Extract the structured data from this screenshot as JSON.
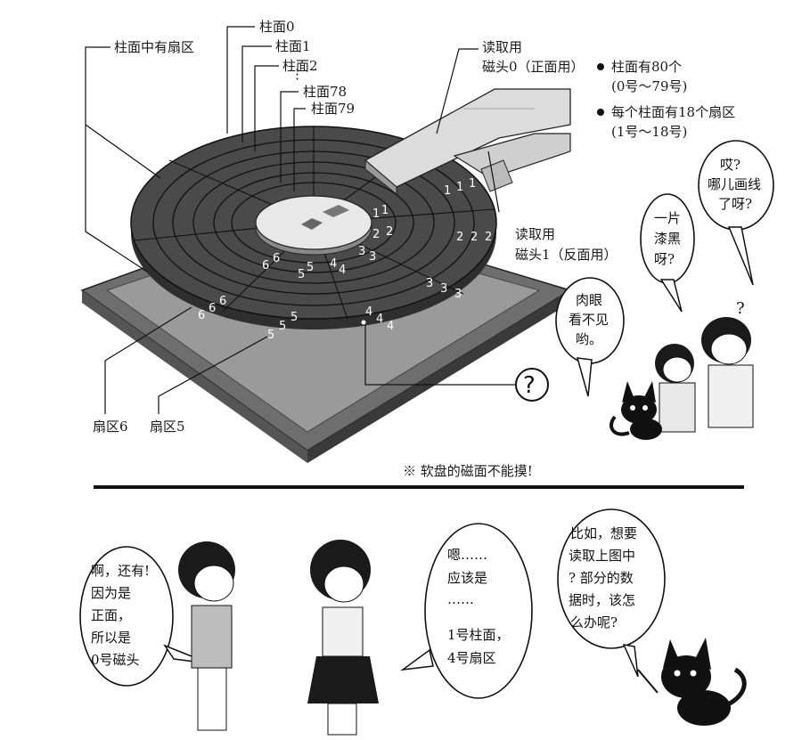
{
  "labels": {
    "sector_on_cylinder": "柱面中有扇区",
    "cyl0": "柱面0",
    "cyl1": "柱面1",
    "cyl2": "柱面2",
    "cyl78": "柱面78",
    "cyl79": "柱面79",
    "head0_line1": "读取用",
    "head0_line2": "磁头0（正面用）",
    "head1_line1": "读取用",
    "head1_line2": "磁头1（反面用）",
    "sector6": "扇区6",
    "sector5": "扇区5",
    "question": "?"
  },
  "notes": {
    "n1_a": "柱面有80个",
    "n1_b": "(0号～79号)",
    "n2_a": "每个柱面有18个扇区",
    "n2_b": "(1号～18号)"
  },
  "warning": "※ 软盘的磁面不能摸!",
  "bubbles": {
    "b1": [
      "哎?",
      "哪儿画线",
      "了呀?"
    ],
    "b2": [
      "一片",
      "漆黑",
      "呀?"
    ],
    "b3": [
      "肉眼",
      "看不见",
      "哟。"
    ],
    "b4": [
      "啊，还有!",
      "因为是",
      "正面，",
      "所以是",
      "0号磁头"
    ],
    "b5": [
      "嗯……",
      "应该是",
      "……",
      "1号柱面，",
      "4号扇区"
    ],
    "b6": [
      "比如，想要",
      "读取上图中",
      "? 部分的数",
      "据时，该怎",
      "么办呢?"
    ]
  },
  "sector_numbers": [
    "1",
    "1",
    "1",
    "1",
    "1",
    "2",
    "2",
    "2",
    "2",
    "2",
    "3",
    "3",
    "3",
    "3",
    "3",
    "4",
    "4",
    "4",
    "4",
    "4",
    "5",
    "5",
    "5",
    "5",
    "5",
    "6",
    "6",
    "6",
    "6",
    "6"
  ]
}
